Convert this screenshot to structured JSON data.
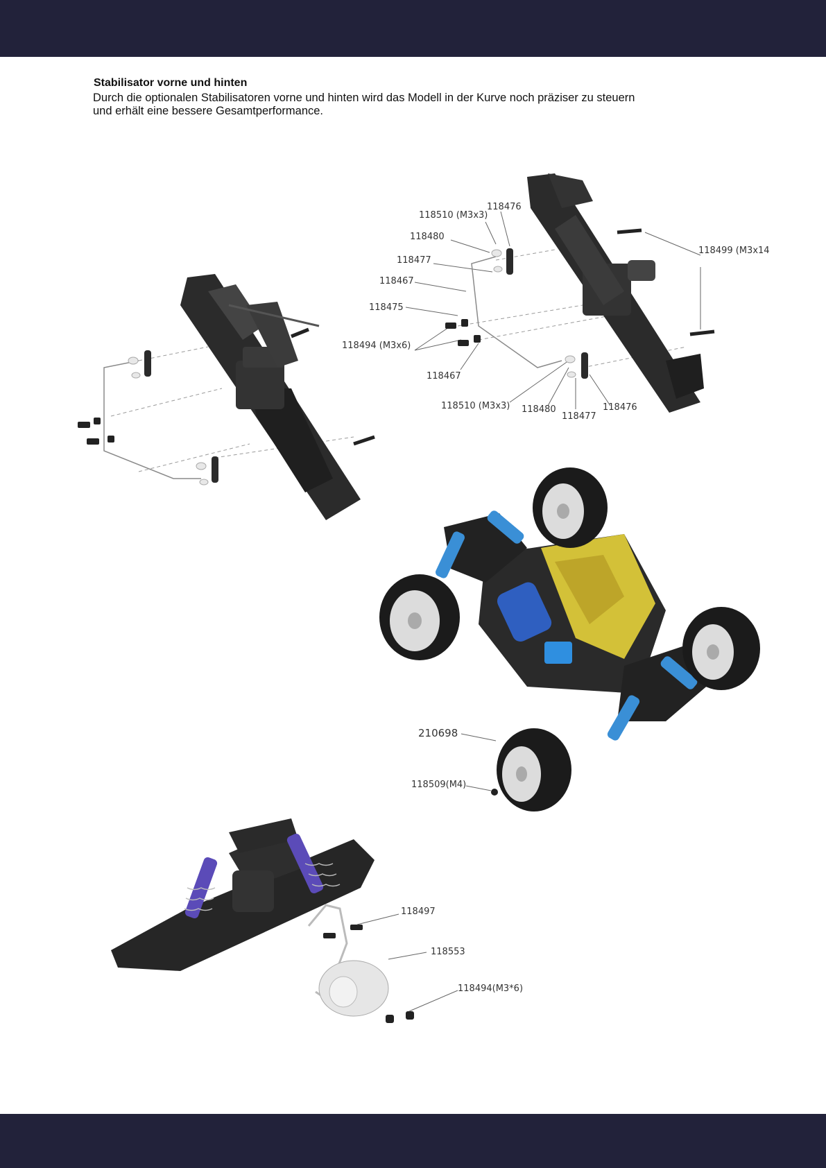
{
  "heading": "Stabilisator vorne und hinten",
  "description_line1": "Durch die optionalen Stabilisatoren vorne und hinten wird das Modell in der Kurve noch präziser zu steuern",
  "description_line2": "und erhält eine bessere Gesamtperformance.",
  "colors": {
    "band": "#22223a",
    "parts": "#2b2b2b",
    "shock_blue": "#3a8fd6",
    "shock_purple": "#5b4bb8",
    "chassis_yellow": "#e6d23a",
    "motor_blue": "#2f5fc0"
  },
  "callouts": {
    "front_right": [
      "118476",
      "118510 (M3x3)",
      "118480",
      "118477",
      "118467",
      "118475",
      "118494 (M3x6)",
      "118467",
      "118510 (M3x3)",
      "118480",
      "118477",
      "118476",
      "118499 (M3x14"
    ],
    "car": [
      "210698",
      "118509(M4)"
    ],
    "rear_bottom": [
      "118497",
      "118553",
      "118494(M3*6)"
    ]
  }
}
